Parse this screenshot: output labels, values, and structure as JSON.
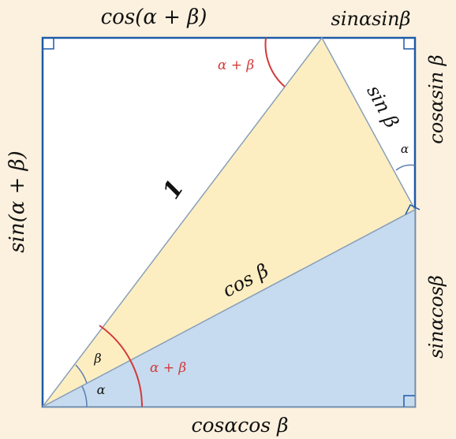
{
  "colors": {
    "background": "#fbf1de",
    "square_fill": "#ffffff",
    "square_stroke": "#1e5aa8",
    "top_triangle": "#fdeec2",
    "bottom_triangle": "#c6dbef",
    "triangle_stroke": "#8aa0b8",
    "arc_red": "#d23a3a",
    "arc_blue": "#5b7db0"
  },
  "labels": {
    "top": "cos(α + β)",
    "top_right": "sinαsinβ",
    "right_top": "cosαsin β",
    "right_bottom": "sinαcosβ",
    "bottom": "cosαcos β",
    "left": "sin(α + β)",
    "hypotenuse": "1",
    "sin_beta": "sin β",
    "cos_beta": "cos β",
    "angle_alpha_origin": "α",
    "angle_beta_origin": "β",
    "angle_alpha_right": "α",
    "angle_sum_top": "α + β",
    "angle_sum_bottom": "α + β"
  }
}
